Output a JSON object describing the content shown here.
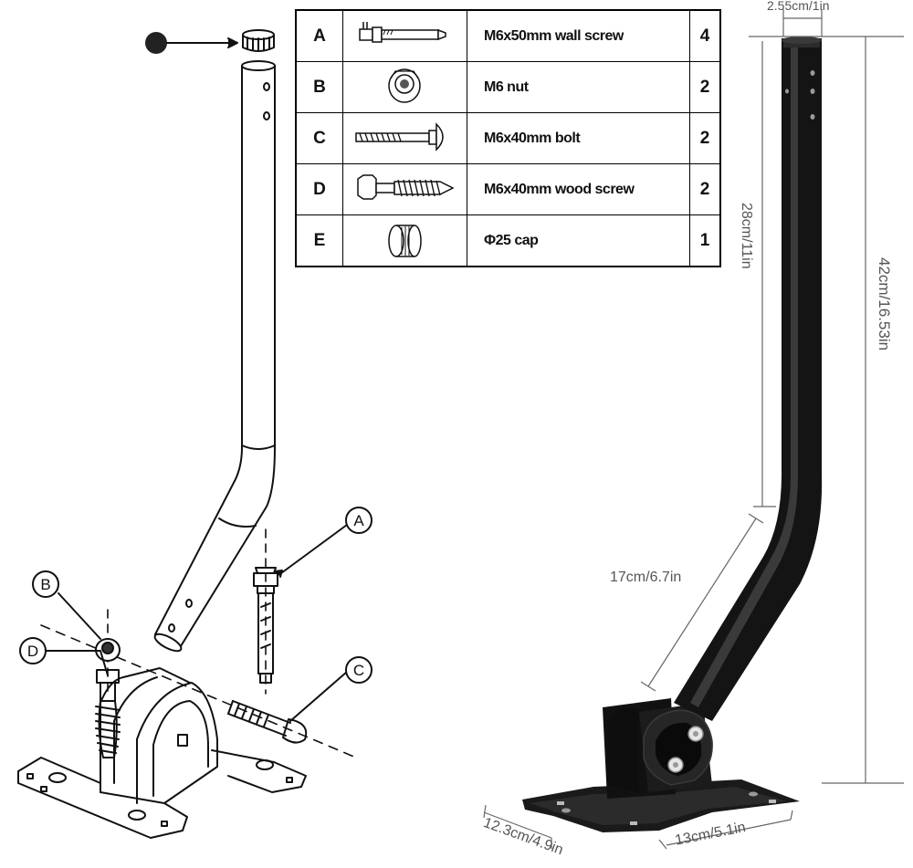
{
  "parts": [
    {
      "letter": "A",
      "name": "M6x50mm wall screw",
      "qty": "4",
      "icon": "wall-screw-icon"
    },
    {
      "letter": "B",
      "name": "M6 nut",
      "qty": "2",
      "icon": "nut-icon"
    },
    {
      "letter": "C",
      "name": "M6x40mm bolt",
      "qty": "2",
      "icon": "bolt-icon"
    },
    {
      "letter": "D",
      "name": "M6x40mm wood screw",
      "qty": "2",
      "icon": "wood-screw-icon"
    },
    {
      "letter": "E",
      "name": "Φ25 cap",
      "qty": "1",
      "icon": "cap-icon"
    }
  ],
  "callouts": {
    "a": "A",
    "b": "B",
    "c": "C",
    "d": "D"
  },
  "dimensions": {
    "diameter": "2.55cm/1in",
    "upper_length": "28cm/11in",
    "total_height": "42cm/16.53in",
    "bend_length": "17cm/6.7in",
    "base_width": "12.3cm/4.9in",
    "base_depth": "13cm/5.1in"
  },
  "colors": {
    "line": "#111111",
    "dim": "#555555",
    "mount": "#151515",
    "metal": "#c9c9c9"
  }
}
